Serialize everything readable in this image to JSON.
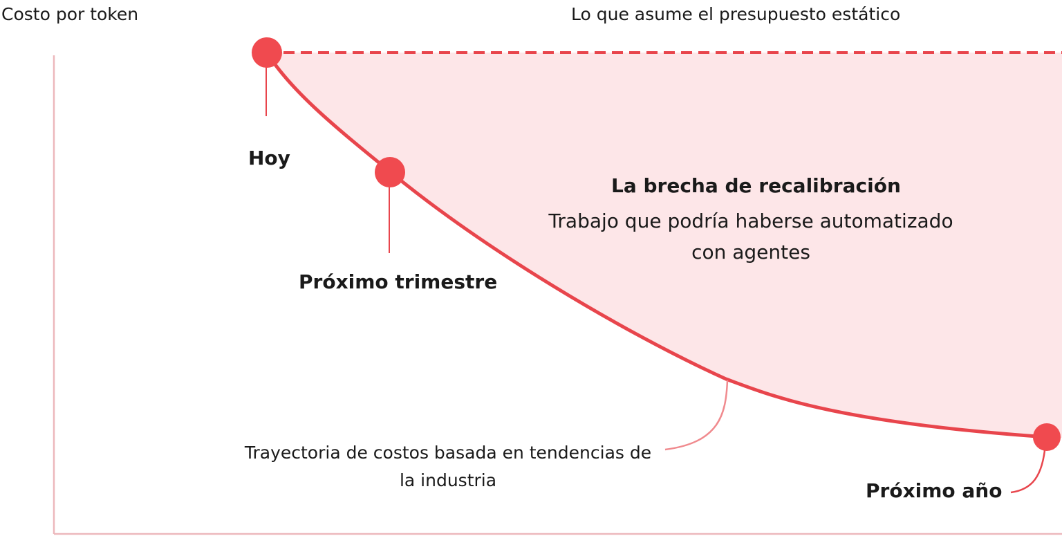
{
  "diagram": {
    "axis_title": "Costo por token",
    "static_budget_label": "Lo que asume el presupuesto estático",
    "points": {
      "today": "Hoy",
      "next_quarter": "Próximo trimestre",
      "next_year": "Próximo año"
    },
    "gap": {
      "title": "La brecha de recalibración",
      "description": "Trabajo que podría haberse automatizado con agentes"
    },
    "trajectory_label": "Trayectoria de costos basada en tendencias de la industria",
    "colors": {
      "accent": "#e8454c",
      "point": "#f04a4f",
      "gap_fill": "#fde6e8",
      "axis": "#ecb8bc",
      "text": "#1a1a1a"
    }
  }
}
